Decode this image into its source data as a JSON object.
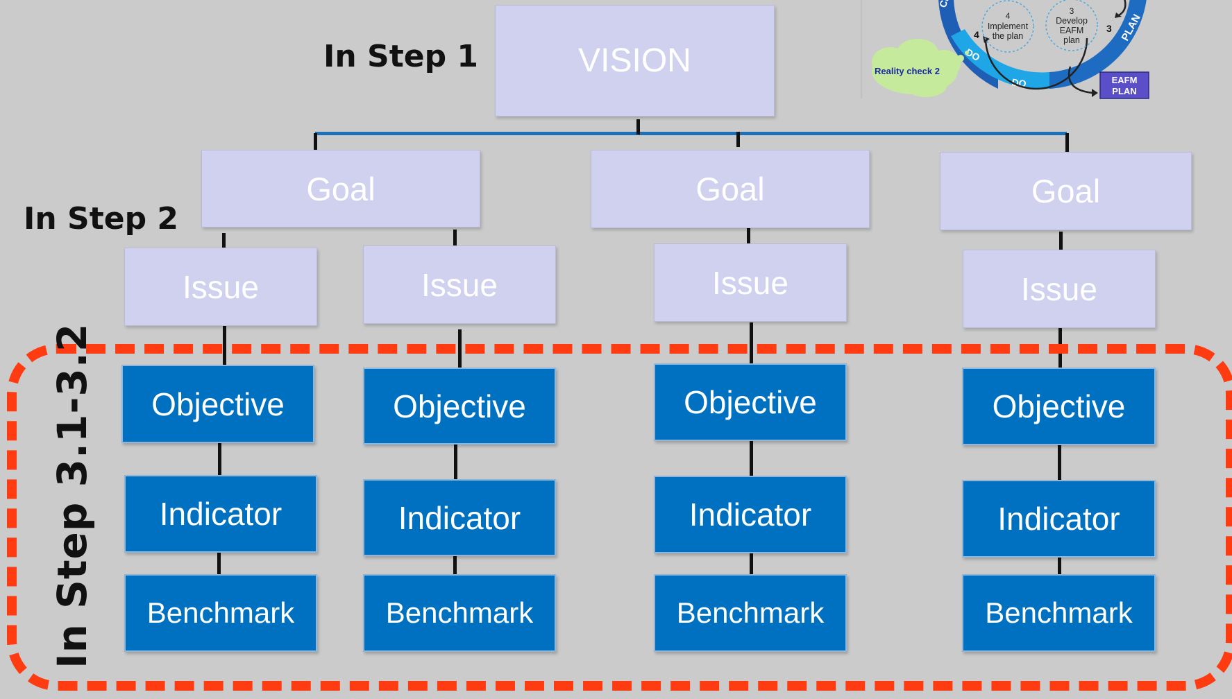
{
  "steps": {
    "step1": "In Step 1",
    "step2": "In Step 2",
    "step3": "In Step 3.1-3.2"
  },
  "hierarchy": {
    "vision": "VISION",
    "goal": "Goal",
    "issue": "Issue",
    "objective": "Objective",
    "indicator": "Indicator",
    "benchmark": "Benchmark"
  },
  "inset": {
    "step4_number": "4",
    "step4_line1": "Implement",
    "step4_line2": "the plan",
    "step4_label_number": "4",
    "step3_number": "3",
    "step3_line1": "Develop",
    "step3_line2": "EAFM",
    "step3_line3": "plan",
    "step3_label_number": "3",
    "ring_plan": "PLAN",
    "ring_do_1": "DO",
    "ring_do_2": "DO",
    "ring_ch": "CH",
    "reality_check": "Reality check 2",
    "eafm_plan_line1": "EAFM",
    "eafm_plan_line2": "PLAN"
  },
  "colors": {
    "light_box": "#cfd1ee",
    "dark_box": "#0070c0",
    "dashed_frame": "#ff3b12",
    "connector_blue": "#1f6fb5",
    "background": "#cbcbcb"
  }
}
